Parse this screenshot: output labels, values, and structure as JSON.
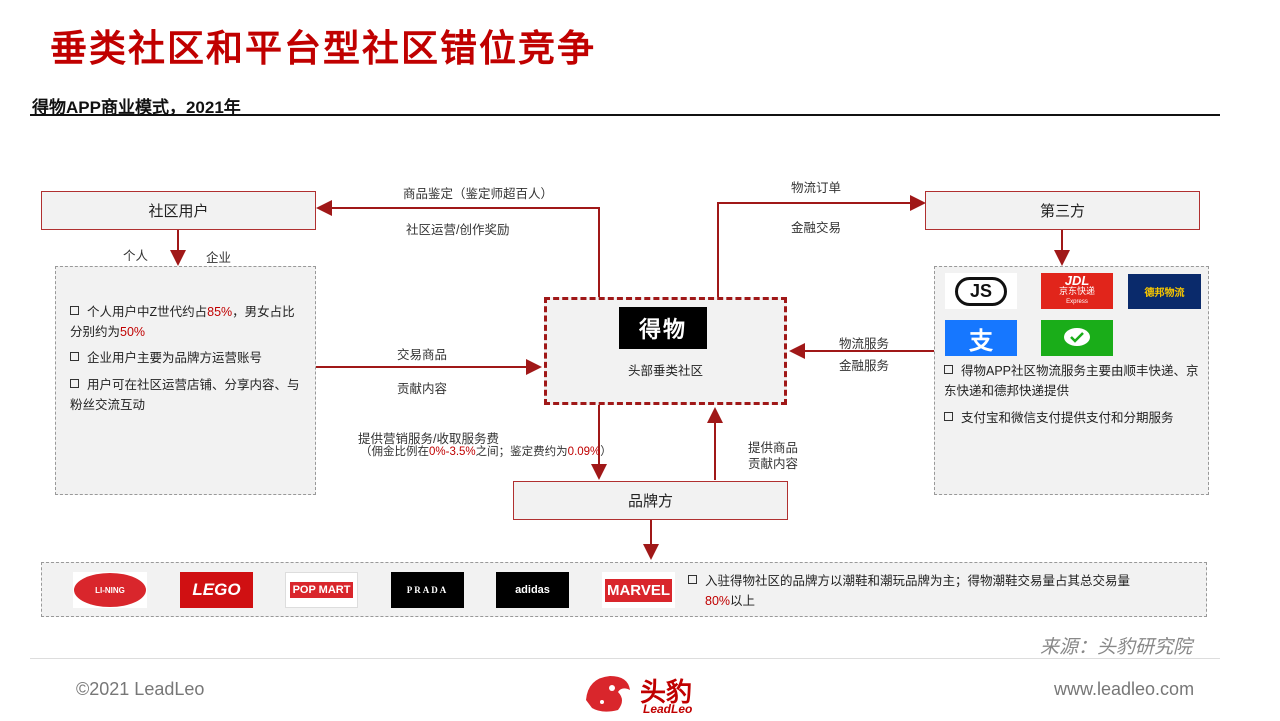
{
  "title": "垂类社区和平台型社区错位竞争",
  "subtitle": "得物APP商业模式，2021年",
  "nodes": {
    "community_users": "社区用户",
    "third_party": "第三方",
    "brand": "品牌方",
    "center_logo": "得物",
    "center_label": "头部垂类社区"
  },
  "edge_labels": {
    "appraisal": "商品鉴定（鉴定师超百人）",
    "ops_reward": "社区运营/创作奖励",
    "logistics_order": "物流订单",
    "finance_trade": "金融交易",
    "personal": "个人",
    "enterprise": "企业",
    "trade_goods": "交易商品",
    "contribute_content": "贡献内容",
    "logistics_service": "物流服务",
    "finance_service": "金融服务",
    "marketing_service": "提供营销服务/收取服务费",
    "commission_pre": "（佣金比例在",
    "commission_range": "0%-3.5%",
    "commission_mid": "之间；鉴定费约为",
    "appraisal_fee": "0.09%",
    "commission_post": "）",
    "provide_goods": "提供商品",
    "brand_contribute": "贡献内容"
  },
  "user_panel": {
    "b1_pre": "个人用户中Z世代约占",
    "b1_z": "85%",
    "b1_mid": "，男女占比分别约为",
    "b1_ratio": "50%",
    "b2": "企业用户主要为品牌方运营账号",
    "b3": "用户可在社区运营店铺、分享内容、与粉丝交流互动"
  },
  "third_party_panel": {
    "logos": [
      "JS",
      "JDL",
      "京东快递",
      "Express",
      "德邦物流",
      "支",
      "WeChat Pay"
    ],
    "b1": "得物APP社区物流服务主要由顺丰快递、京东快递和德邦快递提供",
    "b2": "支付宝和微信支付提供支付和分期服务"
  },
  "brand_panel": {
    "logos": [
      "LI-NING",
      "LEGO",
      "POP MART",
      "PRADA",
      "adidas",
      "MARVEL"
    ],
    "b1_pre": "入驻得物社区的品牌方以潮鞋和潮玩品牌为主；得物潮鞋交易量占其总交易量",
    "b1_pct": "80%",
    "b1_post": "以上"
  },
  "footer": {
    "source": "来源：头豹研究院",
    "copyright": "©2021 LeadLeo",
    "site": "www.leadleo.com",
    "logo_text": "头豹",
    "logo_sub": "LeadLeo"
  },
  "colors": {
    "accent": "#c00000",
    "arrow": "#a01818",
    "panel_bg": "#f2f2f2"
  }
}
